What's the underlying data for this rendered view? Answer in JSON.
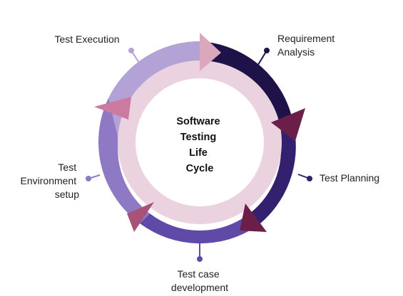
{
  "center": {
    "lines": [
      "Software",
      "Testing",
      "Life",
      "Cycle"
    ]
  },
  "stages": [
    {
      "id": "requirement-analysis",
      "lines": [
        "Requirement",
        "Analysis"
      ],
      "color": "#1f1248"
    },
    {
      "id": "test-planning",
      "lines": [
        "Test Planning"
      ],
      "color": "#33206e"
    },
    {
      "id": "test-case-development",
      "lines": [
        "Test case",
        "development"
      ],
      "color": "#604aa8"
    },
    {
      "id": "test-environment-setup",
      "lines": [
        "Test",
        "Environment",
        "setup"
      ],
      "color": "#8e79c4"
    },
    {
      "id": "test-execution",
      "lines": [
        "Test Execution"
      ],
      "color": "#b2a2d6"
    }
  ],
  "colors": {
    "inner_ring": "#ead2de",
    "center_fill": "#ffffff",
    "arrow_dark": "#6b1f48",
    "arrow_mid": "#a8527a",
    "arrow_light": "#cc7aa0",
    "arrow_pale": "#dba7bd",
    "text": "#222222"
  }
}
